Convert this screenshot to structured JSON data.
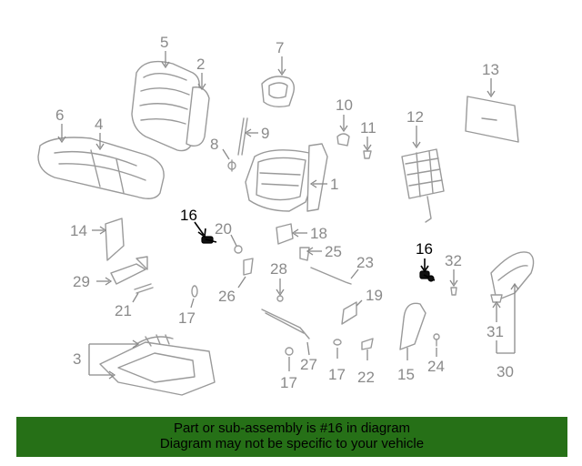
{
  "callouts": {
    "c1": "1",
    "c2": "2",
    "c3": "3",
    "c4": "4",
    "c5": "5",
    "c6": "6",
    "c7": "7",
    "c8": "8",
    "c9": "9",
    "c10": "10",
    "c11": "11",
    "c12": "12",
    "c13": "13",
    "c14": "14",
    "c15": "15",
    "c16a": "16",
    "c16b": "16",
    "c17a": "17",
    "c17b": "17",
    "c17c": "17",
    "c18": "18",
    "c19": "19",
    "c20": "20",
    "c21": "21",
    "c22": "22",
    "c23": "23",
    "c24": "24",
    "c25": "25",
    "c26": "26",
    "c27": "27",
    "c28": "28",
    "c29": "29",
    "c30": "30",
    "c31": "31",
    "c32": "32"
  },
  "highlighted_part": "16",
  "colors": {
    "highlight": "#000000",
    "parts": "#9a9a9a",
    "banner": "#267017"
  },
  "footer": {
    "line1": "Part or sub-assembly is #16 in diagram",
    "line2": "Diagram may not be specific to your vehicle"
  }
}
